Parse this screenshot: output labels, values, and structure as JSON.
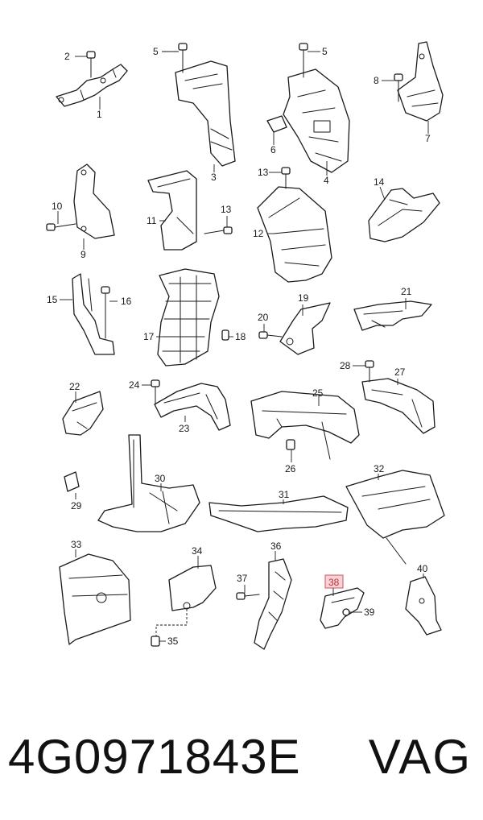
{
  "callouts": [
    {
      "label": "1"
    },
    {
      "label": "2"
    },
    {
      "label": "5"
    },
    {
      "label": "3"
    },
    {
      "label": "5"
    },
    {
      "label": "4"
    },
    {
      "label": "6"
    },
    {
      "label": "8"
    },
    {
      "label": "7"
    },
    {
      "label": "10"
    },
    {
      "label": "9"
    },
    {
      "label": "11"
    },
    {
      "label": "13"
    },
    {
      "label": "13"
    },
    {
      "label": "12"
    },
    {
      "label": "14"
    },
    {
      "label": "15"
    },
    {
      "label": "16"
    },
    {
      "label": "17"
    },
    {
      "label": "18"
    },
    {
      "label": "19"
    },
    {
      "label": "20"
    },
    {
      "label": "21"
    },
    {
      "label": "22"
    },
    {
      "label": "24"
    },
    {
      "label": "23"
    },
    {
      "label": "25"
    },
    {
      "label": "26"
    },
    {
      "label": "28"
    },
    {
      "label": "27"
    },
    {
      "label": "29"
    },
    {
      "label": "30"
    },
    {
      "label": "31"
    },
    {
      "label": "32"
    },
    {
      "label": "33"
    },
    {
      "label": "34"
    },
    {
      "label": "35"
    },
    {
      "label": "36"
    },
    {
      "label": "37"
    },
    {
      "label": "38"
    },
    {
      "label": "39"
    },
    {
      "label": "40"
    }
  ],
  "footer": {
    "part_number": "4G0971843E",
    "brand": "VAG"
  },
  "highlight_color": "#d2505c"
}
